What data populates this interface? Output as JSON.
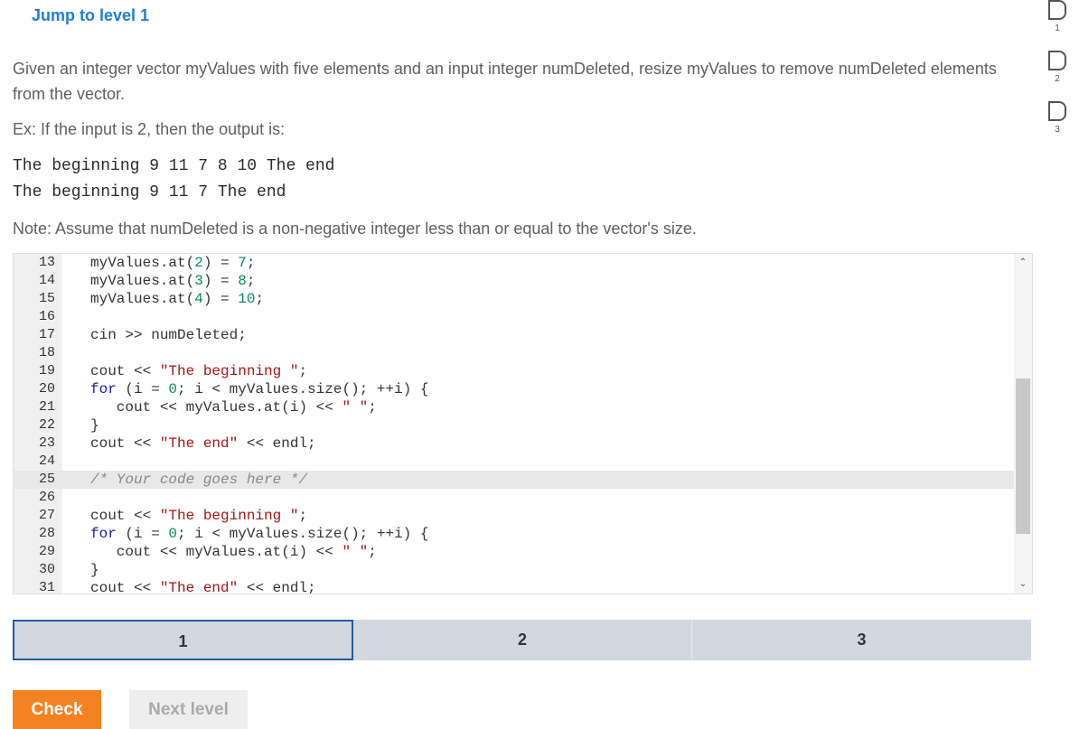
{
  "jump_link": "Jump to level 1",
  "prompt": "Given an integer vector myValues with five elements and an input integer numDeleted, resize myValues to remove numDeleted elements from the vector.",
  "example_intro": "Ex: If the input is 2, then the output is:",
  "output_lines": [
    "The beginning 9 11 7 8 10 The end",
    "The beginning 9 11 7 The end"
  ],
  "note": "Note: Assume that numDeleted is a non-negative integer less than or equal to the vector's size.",
  "code_lines": [
    {
      "n": "13",
      "text": "myValues.at(2) = 7;"
    },
    {
      "n": "14",
      "text": "myValues.at(3) = 8;"
    },
    {
      "n": "15",
      "text": "myValues.at(4) = 10;"
    },
    {
      "n": "16",
      "text": ""
    },
    {
      "n": "17",
      "text": "cin >> numDeleted;"
    },
    {
      "n": "18",
      "text": ""
    },
    {
      "n": "19",
      "text": "cout << \"The beginning \";"
    },
    {
      "n": "20",
      "text": "for (i = 0; i < myValues.size(); ++i) {"
    },
    {
      "n": "21",
      "text": "   cout << myValues.at(i) << \" \";"
    },
    {
      "n": "22",
      "text": "}"
    },
    {
      "n": "23",
      "text": "cout << \"The end\" << endl;"
    },
    {
      "n": "24",
      "text": ""
    },
    {
      "n": "25",
      "text": "/* Your code goes here */"
    },
    {
      "n": "26",
      "text": ""
    },
    {
      "n": "27",
      "text": "cout << \"The beginning \";"
    },
    {
      "n": "28",
      "text": "for (i = 0; i < myValues.size(); ++i) {"
    },
    {
      "n": "29",
      "text": "   cout << myValues.at(i) << \" \";"
    },
    {
      "n": "30",
      "text": "}"
    },
    {
      "n": "31",
      "text": "cout << \"The end\" << endl;"
    }
  ],
  "levels": [
    "1",
    "2",
    "3"
  ],
  "buttons": {
    "check": "Check",
    "next": "Next level"
  },
  "progress": [
    "1",
    "2",
    "3"
  ],
  "colors": {
    "accent": "#1e7fd0",
    "check": "#f58220",
    "tab_bg": "#d2d8df",
    "active_border": "#1d5fa0"
  }
}
